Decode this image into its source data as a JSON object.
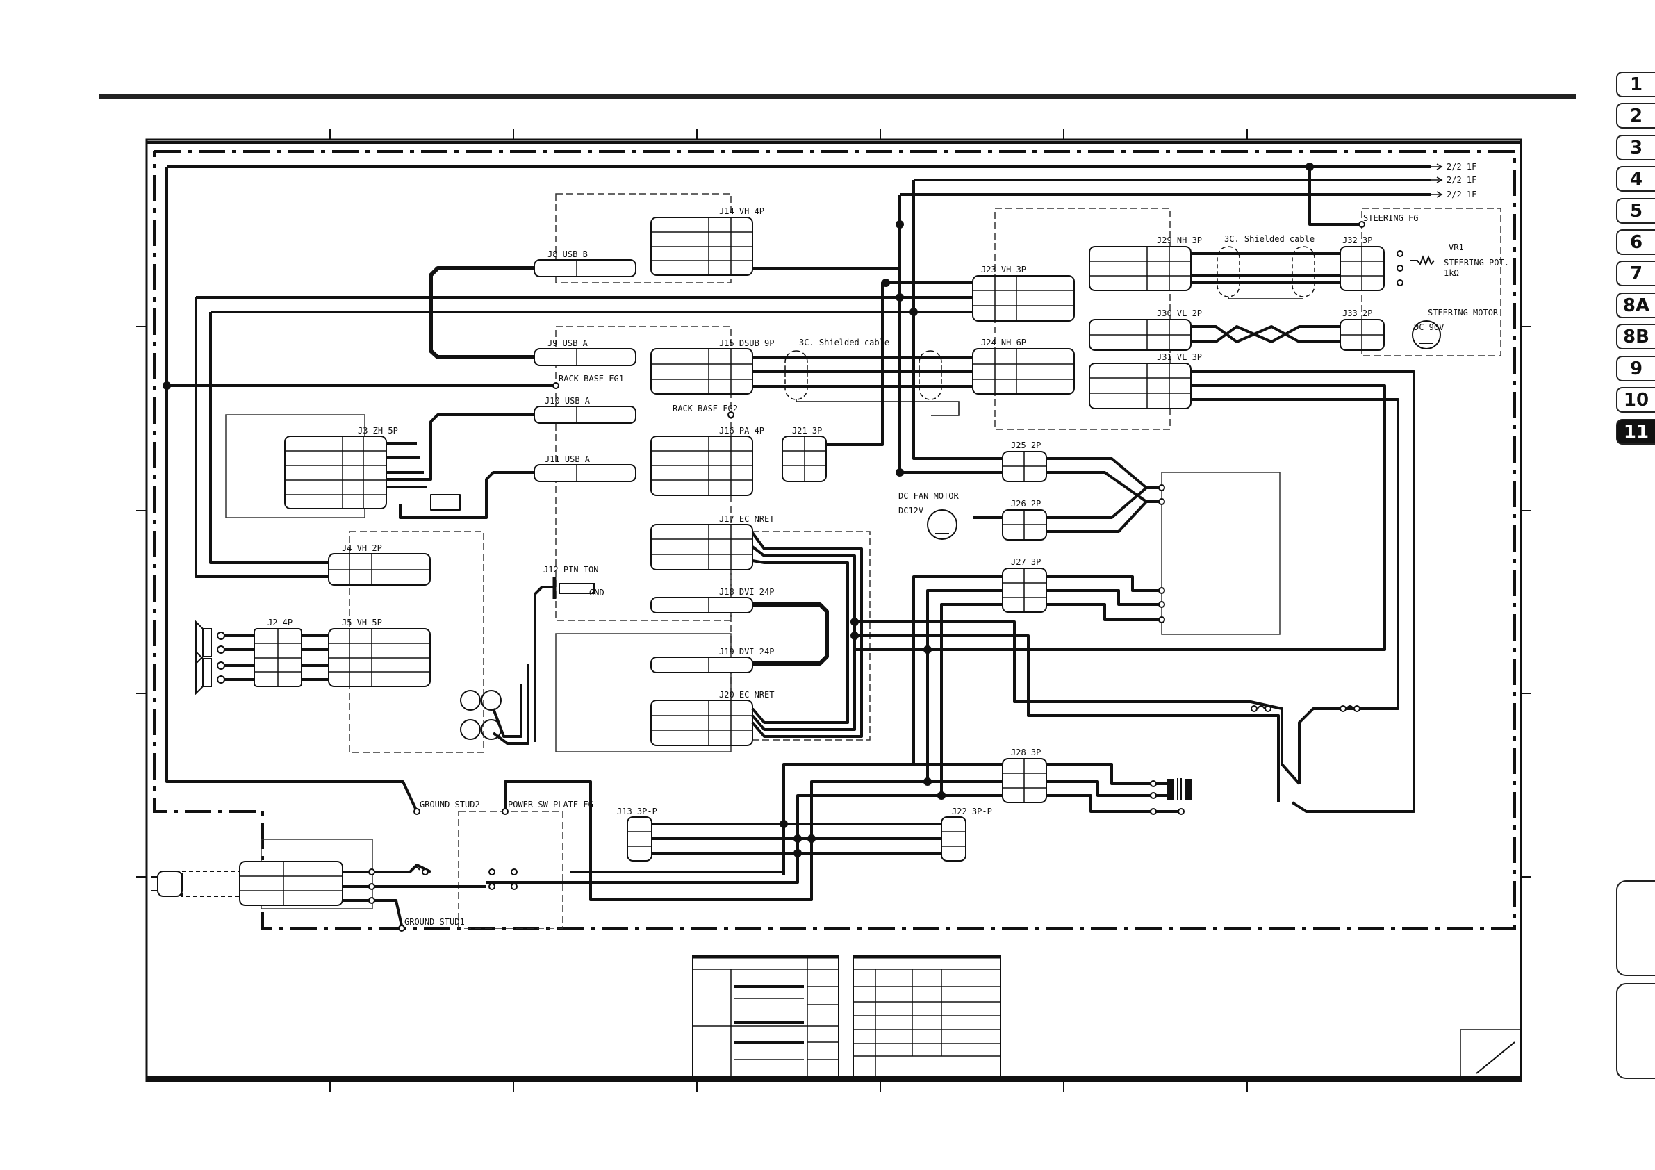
{
  "tabs": [
    {
      "label": "1",
      "active": false
    },
    {
      "label": "2",
      "active": false
    },
    {
      "label": "3",
      "active": false
    },
    {
      "label": "4",
      "active": false
    },
    {
      "label": "5",
      "active": false
    },
    {
      "label": "6",
      "active": false
    },
    {
      "label": "7",
      "active": false
    },
    {
      "label": "8A",
      "active": false
    },
    {
      "label": "8B",
      "active": false
    },
    {
      "label": "9",
      "active": false
    },
    {
      "label": "10",
      "active": false
    },
    {
      "label": "11",
      "active": true
    }
  ],
  "off_page_refs": [
    "2/2 1F",
    "2/2 1F",
    "2/2 1F"
  ],
  "connectors": {
    "j14": "J14 VH 4P",
    "j8": "J8 USB B",
    "j9": "J9 USB A",
    "j10": "J10 USB A",
    "j11": "J11 USB A",
    "j3": "J3 ZH 5P",
    "j4": "J4 VH 2P",
    "j2": "J2 4P",
    "j5": "J5 VH 5P",
    "j15": "J15 DSUB 9P",
    "j16": "J16 PA 4P",
    "j21": "J21 3P",
    "j17": "J17 EC NRET",
    "j18": "J18 DVI 24P",
    "j19": "J19 DVI 24P",
    "j20": "J20 EC NRET",
    "j12": "J12 PIN TON",
    "j23": "J23 VH 3P",
    "j24": "J24 NH 6P",
    "j29": "J29 NH 3P",
    "j30": "J30 VL 2P",
    "j31": "J31 VL 3P",
    "j32": "J32 3P",
    "j33": "J33 2P",
    "j25": "J25 2P",
    "j26": "J26 2P",
    "j27": "J27 3P",
    "j28": "J28 3P",
    "j13": "J13 3P-P",
    "j22": "J22 3P-P"
  },
  "labels": {
    "rack_base_fg1": "RACK BASE FG1",
    "rack_base_fg2": "RACK BASE FG2",
    "shielded_1": "3C. Shielded cable",
    "shielded_2": "3C. Shielded cable",
    "steering_fg": "STEERING FG",
    "vr1": "VR1",
    "steering_pot": "STEERING POT.",
    "pot_value": "1kΩ",
    "steering_motor": "STEERING MOTOR",
    "motor_voltage": "DC 90V",
    "dc_fan_motor": "DC FAN MOTOR",
    "fan_voltage": "DC12V",
    "gnd": "GND",
    "ground_stud2": "GROUND STUD2",
    "power_sw_plate_fg": "POWER-SW-PLATE FG",
    "ground_stud1": "GROUND STUD1"
  }
}
